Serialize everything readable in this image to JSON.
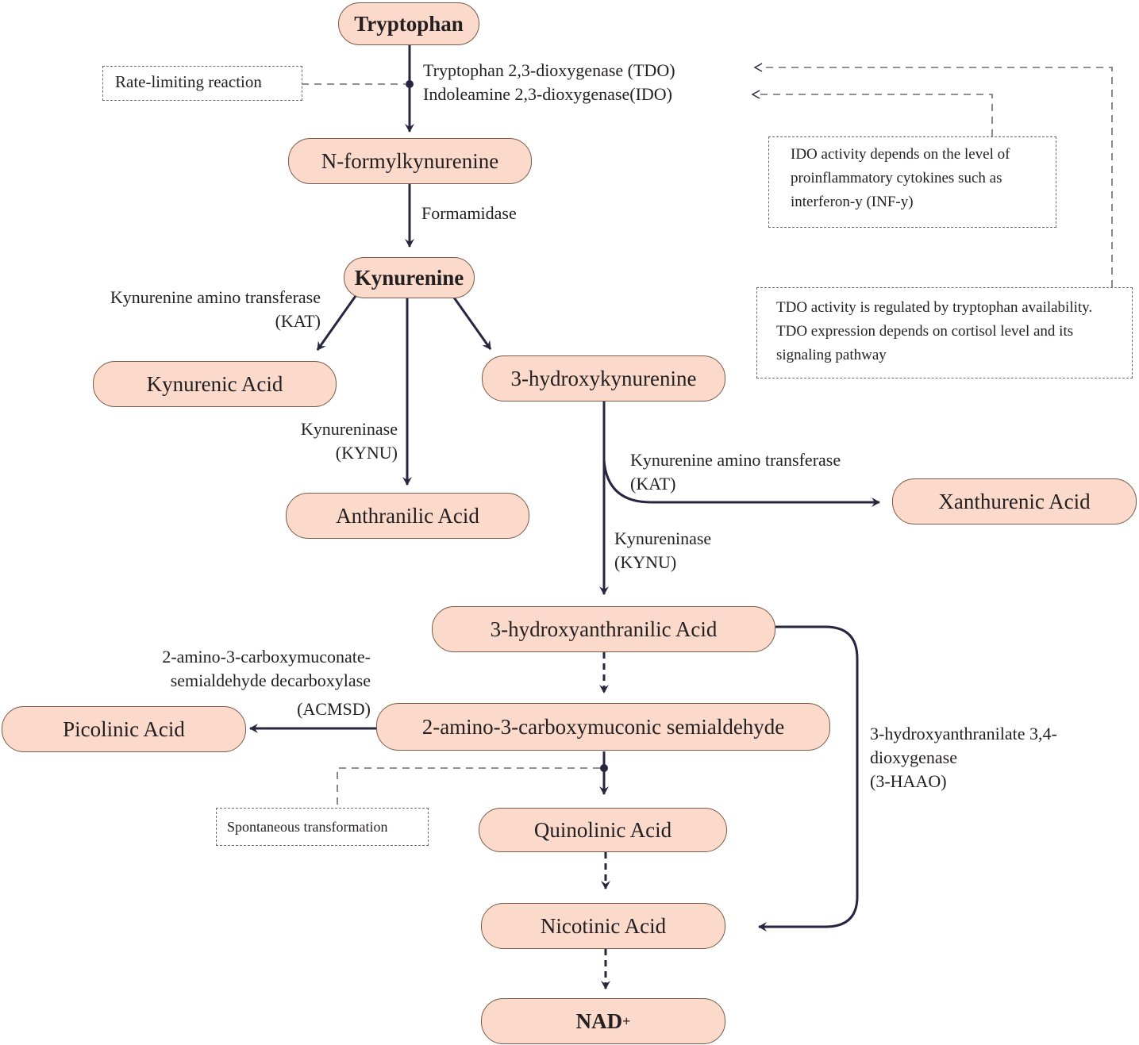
{
  "colors": {
    "node_fill": "#fbdacb",
    "node_border": "#7a5a48",
    "arrow": "#262640",
    "dashed": "#6b6b6b"
  },
  "nodes": {
    "tryptophan": "Tryptophan",
    "n_formylkynurenine": "N-formylkynurenine",
    "kynurenine": "Kynurenine",
    "kynurenic_acid": "Kynurenic Acid",
    "anthranilic_acid": "Anthranilic Acid",
    "hydroxykynurenine": "3-hydroxykynurenine",
    "xanthurenic_acid": "Xanthurenic Acid",
    "hydroxyanthranilic_acid": "3-hydroxyanthranilic Acid",
    "acms": "2-amino-3-carboxymuconic semialdehyde",
    "picolinic_acid": "Picolinic Acid",
    "quinolinic_acid": "Quinolinic Acid",
    "nicotinic_acid": "Nicotinic Acid",
    "nad": "NAD",
    "nad_sup": "+"
  },
  "enzymes": {
    "tdo": "Tryptophan 2,3-dioxygenase (TDO)",
    "ido": "Indoleamine 2,3-dioxygenase(IDO)",
    "formamidase": "Formamidase",
    "kat_left_1": "Kynurenine amino transferase",
    "kat_left_2": "(KAT)",
    "kynu_left_1": "Kynureninase",
    "kynu_left_2": "(KYNU)",
    "kat_right_1": "Kynurenine amino transferase",
    "kat_right_2": "(KAT)",
    "kynu_right_1": "Kynureninase",
    "kynu_right_2": "(KYNU)",
    "acmsd_1": "2-amino-3-carboxymuconate-",
    "acmsd_2": "semialdehyde decarboxylase",
    "acmsd_3": "(ACMSD)",
    "haao_1": "3-hydroxyanthranilate 3,4-",
    "haao_2": "dioxygenase",
    "haao_3": "(3-HAAO)"
  },
  "notes": {
    "rate_limiting": "Rate-limiting reaction",
    "ido_note": "IDO activity depends on the level of proinflammatory cytokines such as interferon-y (INF-y)",
    "tdo_note": "TDO activity is regulated by tryptophan availability. TDO expression depends on cortisol level and its signaling pathway",
    "spontaneous": "Spontaneous transformation"
  }
}
